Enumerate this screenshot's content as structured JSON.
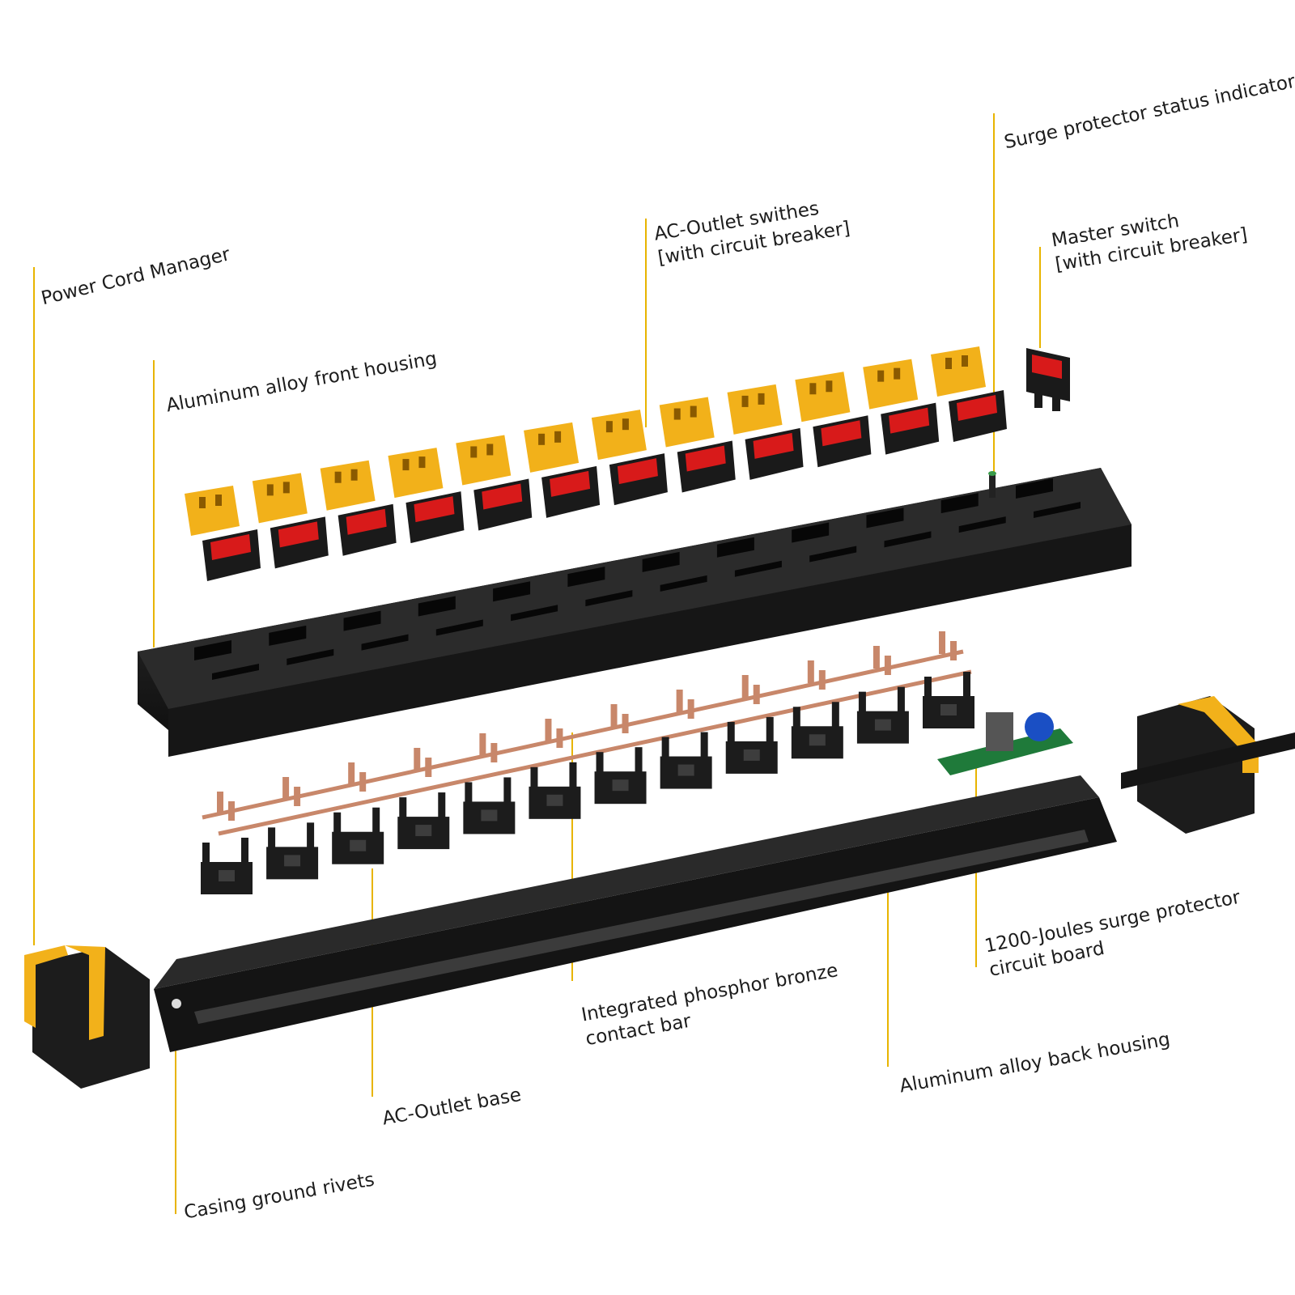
{
  "labels": {
    "power_cord_manager": "Power Cord Manager",
    "front_housing": "Aluminum alloy front housing",
    "outlet_switches_line1": "AC-Outlet swithes",
    "outlet_switches_line2": "[with circuit breaker]",
    "master_switch_line1": "Master switch",
    "master_switch_line2": "[with circuit breaker]",
    "status_indicator": "Surge protector status indicator",
    "surge_board_line1": "1200-Joules surge protector",
    "surge_board_line2": "circuit board",
    "contact_bar_line1": "Integrated phosphor bronze",
    "contact_bar_line2": "contact bar",
    "back_housing": "Aluminum alloy back housing",
    "outlet_base": "AC-Outlet base",
    "ground_rivets": "Casing ground rivets"
  },
  "colors": {
    "leader_line": "#e8b400",
    "housing": "#1c1c1c",
    "outlet_yellow": "#f2b11a",
    "switch_red": "#d81a1a",
    "copper": "#c8876a",
    "pcb_green": "#1f7a3a",
    "capacitor_blue": "#1a4fc4"
  },
  "counts": {
    "outlets": 12
  },
  "icons": [
    "outlet-icon",
    "rocker-switch-icon",
    "master-switch-icon",
    "end-cap-icon",
    "surge-board-icon",
    "contact-bar-icon",
    "outlet-base-icon"
  ]
}
